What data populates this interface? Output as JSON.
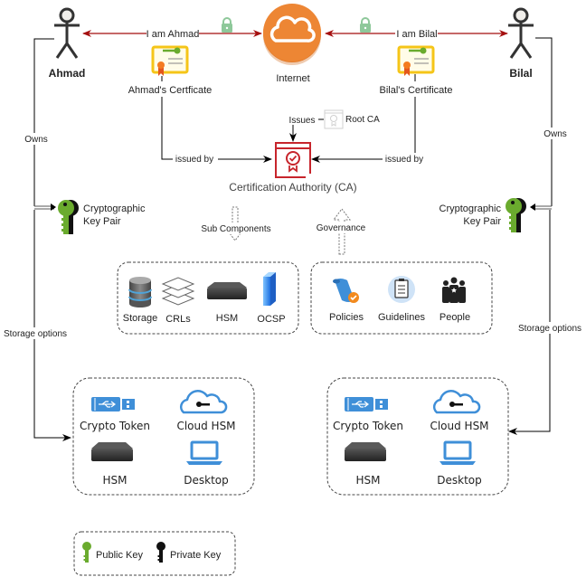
{
  "actors": {
    "left": {
      "name": "Ahmad"
    },
    "right": {
      "name": "Bilal"
    }
  },
  "internet": {
    "label": "Internet",
    "color": "#ED8634"
  },
  "connections": {
    "left_message": "I am Ahmad",
    "right_message": "I am Bilal",
    "arrow_color": "#A50F0F",
    "lock_color": "#8EC89A"
  },
  "certificates": {
    "left": {
      "label": "Ahmad's Certficate"
    },
    "right": {
      "label": "Bilal's Certificate"
    },
    "issued_by_label": "issued by"
  },
  "ca": {
    "label": "Certification Authority (CA)",
    "root_label": "Root CA",
    "issues_label": "Issues",
    "color": "#C7252C"
  },
  "ownership": {
    "owns_label": "Owns",
    "key_pair_label_line1": "Cryptographic",
    "key_pair_label_line2": "Key Pair",
    "storage_label": "Storage options"
  },
  "sub_components": {
    "arrow_label": "Sub Components",
    "items": [
      {
        "label": "Storage",
        "icon": "database-icon"
      },
      {
        "label": "CRLs",
        "icon": "layers-icon"
      },
      {
        "label": "HSM",
        "icon": "hsm-device-icon"
      },
      {
        "label": "OCSP",
        "icon": "server-icon"
      }
    ]
  },
  "governance": {
    "arrow_label": "Governance",
    "items": [
      {
        "label": "Policies",
        "icon": "policy-scroll-icon"
      },
      {
        "label": "Guidelines",
        "icon": "clipboard-icon"
      },
      {
        "label": "People",
        "icon": "people-group-icon"
      }
    ]
  },
  "storage_options": {
    "items": [
      {
        "label": "Crypto Token",
        "icon": "usb-token-icon"
      },
      {
        "label": "Cloud HSM",
        "icon": "cloud-key-icon"
      },
      {
        "label": "HSM",
        "icon": "hsm-device-icon"
      },
      {
        "label": "Desktop",
        "icon": "laptop-icon"
      }
    ]
  },
  "legend": {
    "public_key": {
      "label": "Public Key",
      "color": "#6AAB2E"
    },
    "private_key": {
      "label": "Private Key",
      "color": "#111111"
    }
  }
}
